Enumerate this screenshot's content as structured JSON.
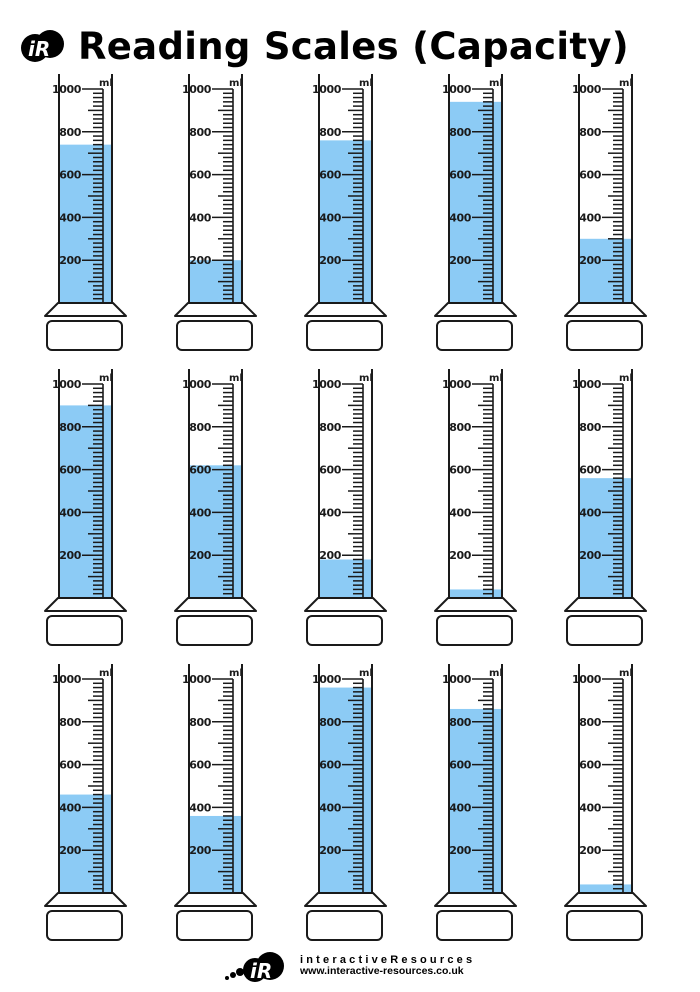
{
  "header": {
    "logo_text": "iR",
    "title": "Reading Scales (Capacity)"
  },
  "scale": {
    "unit": "ml",
    "max": 1000,
    "major_step": 200,
    "minor_step": 20,
    "labels": [
      "1000",
      "800",
      "600",
      "400",
      "200"
    ]
  },
  "colors": {
    "liquid": "#8ccbf5",
    "outline": "#1a1a1a",
    "background": "#ffffff"
  },
  "cylinders": [
    {
      "row": 1,
      "col": 1,
      "value_ml": 740,
      "answer": ""
    },
    {
      "row": 1,
      "col": 2,
      "value_ml": 200,
      "answer": ""
    },
    {
      "row": 1,
      "col": 3,
      "value_ml": 760,
      "answer": ""
    },
    {
      "row": 1,
      "col": 4,
      "value_ml": 940,
      "answer": ""
    },
    {
      "row": 1,
      "col": 5,
      "value_ml": 300,
      "answer": ""
    },
    {
      "row": 2,
      "col": 1,
      "value_ml": 900,
      "answer": ""
    },
    {
      "row": 2,
      "col": 2,
      "value_ml": 620,
      "answer": ""
    },
    {
      "row": 2,
      "col": 3,
      "value_ml": 180,
      "answer": ""
    },
    {
      "row": 2,
      "col": 4,
      "value_ml": 40,
      "answer": ""
    },
    {
      "row": 2,
      "col": 5,
      "value_ml": 560,
      "answer": ""
    },
    {
      "row": 3,
      "col": 1,
      "value_ml": 460,
      "answer": ""
    },
    {
      "row": 3,
      "col": 2,
      "value_ml": 360,
      "answer": ""
    },
    {
      "row": 3,
      "col": 3,
      "value_ml": 960,
      "answer": ""
    },
    {
      "row": 3,
      "col": 4,
      "value_ml": 860,
      "answer": ""
    },
    {
      "row": 3,
      "col": 5,
      "value_ml": 40,
      "answer": ""
    }
  ],
  "chart_data": {
    "type": "table",
    "title": "Reading Scales (Capacity)",
    "unit": "ml",
    "scale_range": [
      0,
      1000
    ],
    "major_tick_labels": [
      "200",
      "400",
      "600",
      "800",
      "1000"
    ],
    "minor_tick_interval": 20,
    "rows": [
      [
        740,
        200,
        760,
        940,
        300
      ],
      [
        900,
        620,
        180,
        40,
        560
      ],
      [
        460,
        360,
        960,
        860,
        40
      ]
    ]
  },
  "footer": {
    "logo_text": "iR",
    "brand": "interactiveResources",
    "url": "www.interactive-resources.co.uk"
  }
}
